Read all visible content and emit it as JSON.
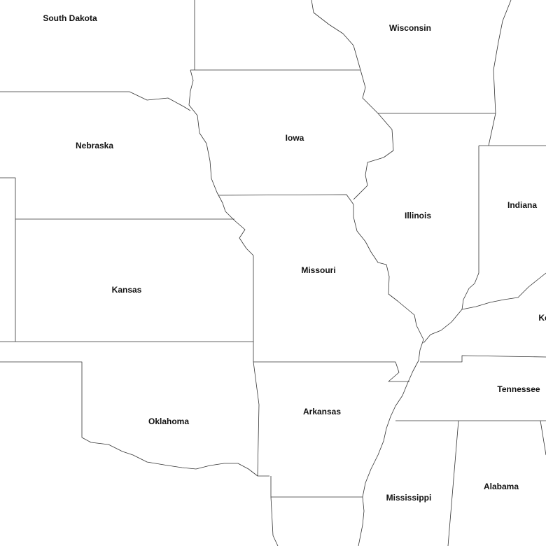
{
  "map": {
    "border_color": "#333333",
    "background": "#ffffff",
    "labels": {
      "south_dakota": "South Dakota",
      "wisconsin": "Wisconsin",
      "iowa": "Iowa",
      "nebraska": "Nebraska",
      "illinois": "Illinois",
      "indiana": "Indiana",
      "missouri": "Missouri",
      "kansas": "Kansas",
      "kentucky": "Ke",
      "tennessee": "Tennessee",
      "oklahoma": "Oklahoma",
      "arkansas": "Arkansas",
      "mississippi": "Mississippi",
      "alabama": "Alabama"
    }
  }
}
